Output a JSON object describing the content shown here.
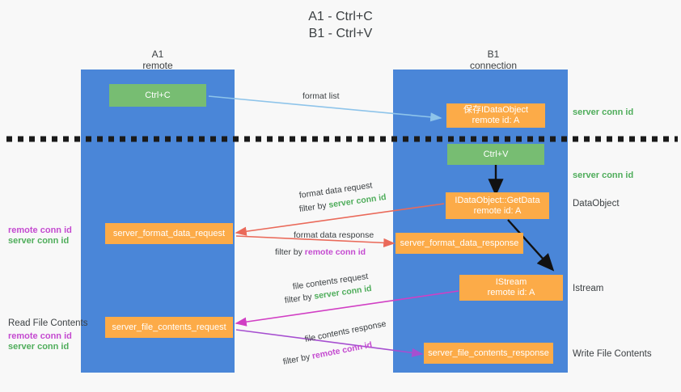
{
  "title": {
    "line1": "A1 - Ctrl+C",
    "line2": "B1 - Ctrl+V"
  },
  "columns": [
    {
      "name": "A1",
      "sub": "remote"
    },
    {
      "name": "B1",
      "sub": "connection"
    }
  ],
  "nodes": {
    "ctrl_c": "Ctrl+C",
    "save_idataobject_l1": "保存IDataObject",
    "save_idataobject_l2": "remote id: A",
    "ctrl_v": "Ctrl+V",
    "getdata_l1": "IDataObject::GetData",
    "getdata_l2": "remote id: A",
    "istream_l1": "IStream",
    "istream_l2": "remote id: A",
    "server_format_data_request": "server_format_data_request",
    "server_format_data_response": "server_format_data_response",
    "server_file_contents_request": "server_file_contents_request",
    "server_file_contents_response": "server_file_contents_response"
  },
  "right_labels": {
    "server_conn_id_1": "server conn id",
    "server_conn_id_2": "server conn id",
    "dataobject": "DataObject",
    "istream": "Istream",
    "write_file_contents": "Write File Contents"
  },
  "left_labels": {
    "remote_conn_id_1": "remote conn id",
    "server_conn_id_1": "server conn id",
    "read_file_contents": "Read File Contents",
    "remote_conn_id_2": "remote conn id",
    "server_conn_id_2": "server conn id"
  },
  "edges": {
    "format_list": "format list",
    "format_data_request_l1": "format data request",
    "format_data_request_l2_pre": "filter by ",
    "format_data_request_l2_hi": "server conn id",
    "format_data_response_l1": "format data response",
    "format_data_response_l2_pre": "filter by ",
    "format_data_response_l2_hi": "remote conn id",
    "file_contents_request_l1": "file contents request",
    "file_contents_request_l2_pre": "filter by ",
    "file_contents_request_l2_hi": "server conn id",
    "file_contents_response_l1": "file contents response",
    "file_contents_response_l2_pre": "filter by ",
    "file_contents_response_l2_hi": "remote conn id"
  },
  "colors": {
    "lane": "#4a86d8",
    "green_node": "#77bd72",
    "orange_node": "#fcab48",
    "server_conn": "#4fad5b",
    "remote_conn": "#c44ad0",
    "arrow_light_blue": "#8ec4ea",
    "arrow_red": "#ea6a5a",
    "arrow_magenta": "#d13fc4",
    "arrow_purple": "#a64fd0",
    "arrow_black": "#000000",
    "background": "#f8f8f8"
  }
}
